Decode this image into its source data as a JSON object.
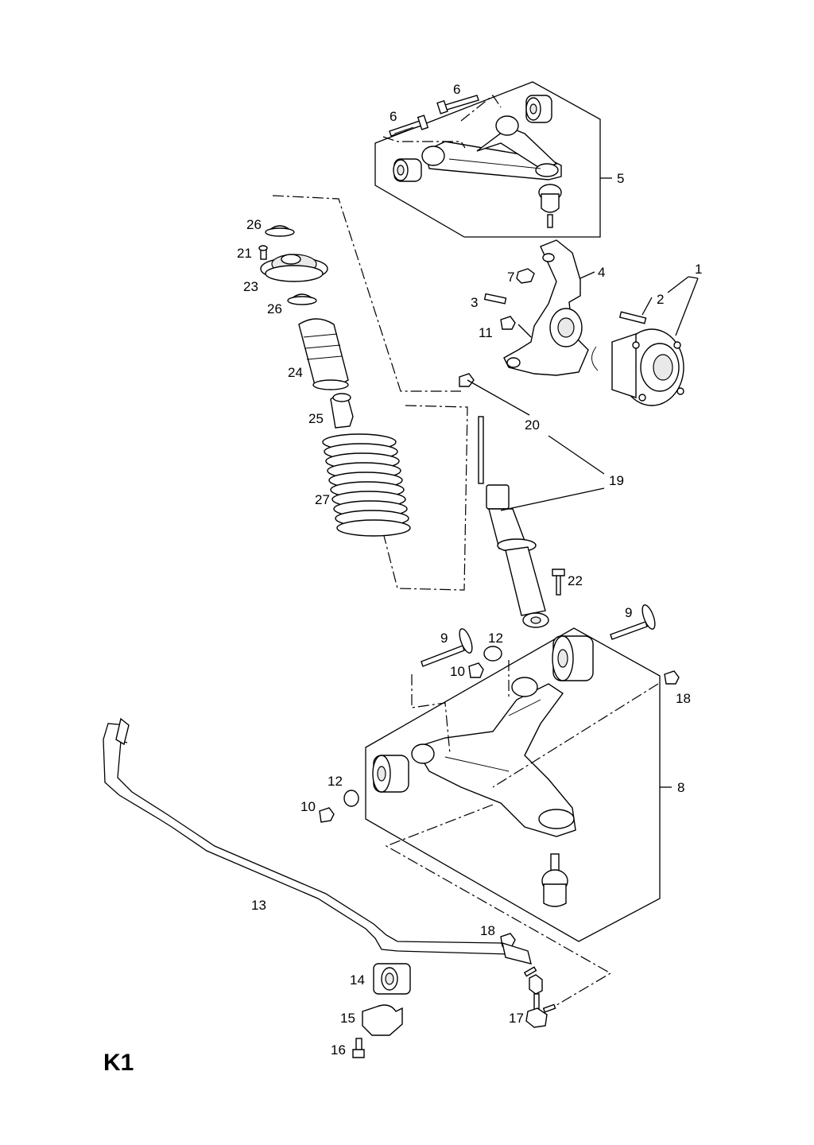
{
  "sheet_label": "K1",
  "callouts": {
    "c1": "1",
    "c2": "2",
    "c3": "3",
    "c4": "4",
    "c5": "5",
    "c6a": "6",
    "c6b": "6",
    "c7": "7",
    "c8": "8",
    "c9a": "9",
    "c9b": "9",
    "c10a": "10",
    "c10b": "10",
    "c11": "11",
    "c12a": "12",
    "c12b": "12",
    "c13": "13",
    "c14": "14",
    "c15": "15",
    "c16": "16",
    "c17": "17",
    "c18a": "18",
    "c18b": "18",
    "c19": "19",
    "c20": "20",
    "c21": "21",
    "c22": "22",
    "c23": "23",
    "c24": "24",
    "c25": "25",
    "c26a": "26",
    "c26b": "26",
    "c27": "27"
  }
}
